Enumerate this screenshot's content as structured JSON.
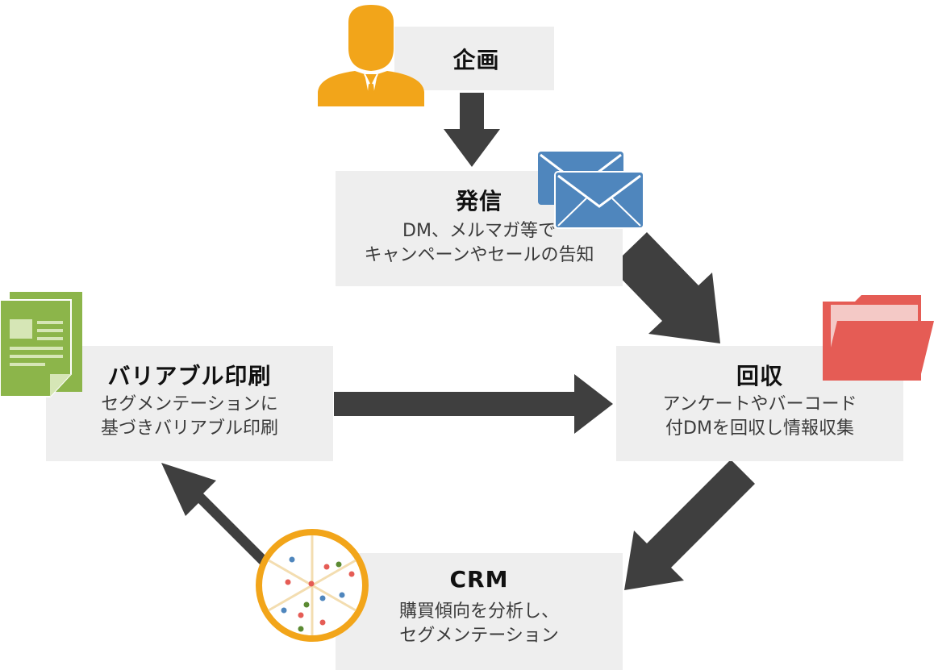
{
  "nodes": {
    "plan": {
      "title": "企画"
    },
    "send": {
      "title": "発信",
      "desc": [
        "DM、メルマガ等で",
        "キャンペーンやセールの告知"
      ]
    },
    "collect": {
      "title": "回収",
      "desc": [
        "アンケートやバーコード",
        "付DMを回収し情報収集"
      ]
    },
    "crm": {
      "title": "CRM",
      "desc": [
        "購買傾向を分析し、",
        "セグメンテーション"
      ]
    },
    "print": {
      "title": "バリアブル印刷",
      "desc": [
        "セグメンテーションに",
        "基づきバリアブル印刷"
      ]
    }
  },
  "colors": {
    "arrow": "#3f3f3f",
    "box": "#eeeeee",
    "person": "#f2a51a",
    "mail": "#4f86bd",
    "folder": "#e55c55",
    "document": "#8cb54a",
    "chart": "#f2a51a"
  },
  "icons": {
    "plan": "person-icon",
    "send": "envelope-icon",
    "collect": "folder-icon",
    "print": "document-icon",
    "crm": "pie-chart-icon"
  }
}
